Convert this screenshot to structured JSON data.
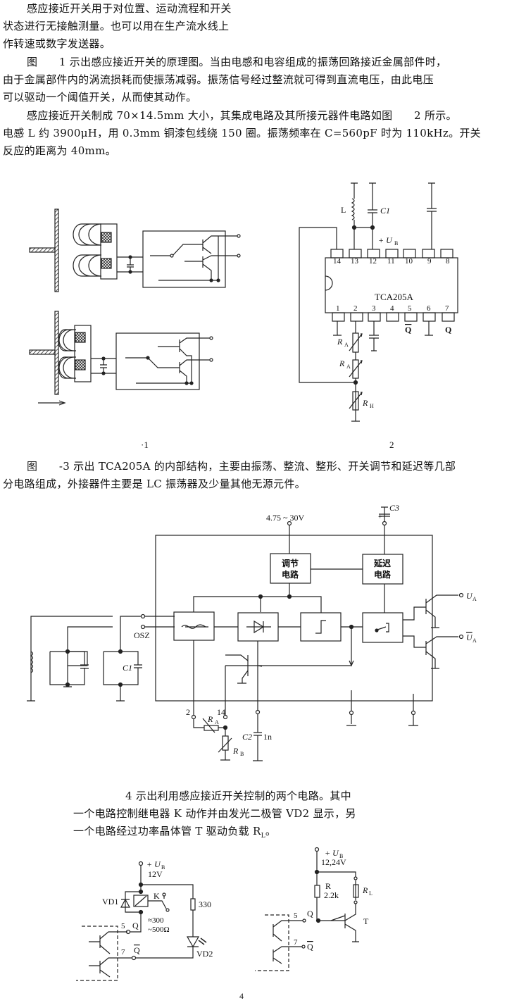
{
  "paragraphs": {
    "p1": [
      "感应接近开关用于对位置、运动流程和开关",
      "状态进行无接触测量。也可以用在生产流水线上",
      "作转速或数字发送器。"
    ],
    "p2": [
      "图　　1 示出感应接近开关的原理图。当由电感和电容组成的振荡回路接近金属部件时，",
      "由于金属部件内的涡流损耗而使振荡减弱。振荡信号经过整流就可得到直流电压，由此电压",
      "可以驱动一个阈值开关，从而使其动作。"
    ],
    "p3": [
      "感应接近开关制成 70×14.5mm 大小，其集成电路及其所接元器件电路如图　　2 所示。",
      "电感 L 约 3900μH，用 0.3mm 铜漆包线绕 150 圈。振荡频率在 C=560pF 时为 110kHz。开关",
      "反应的距离为 40mm。"
    ],
    "p4": [
      "图　　-3 示出 TCA205A 的内部结构，主要由振荡、整流、整形、开关调节和延迟等几部",
      "分电路组成，外接器件主要是 LC 振荡器及少量其他无源元件。"
    ],
    "p5": [
      "4 示出利用感应接近开关控制的两个电路。其中",
      "一个电路控制继电器 K 动作并由发光二极管 VD2 显示，另",
      "一个电路经过功率晶体管 T 驱动负载 R"
    ]
  },
  "figure1": {
    "caption": "·1"
  },
  "figure2": {
    "caption": "2",
    "ic_label": "TCA205A",
    "top_pins": [
      "14",
      "13",
      "12",
      "11",
      "10",
      "9",
      "8"
    ],
    "bottom_pins": [
      "1",
      "2",
      "3",
      "4",
      "5",
      "6",
      "7"
    ],
    "labels": {
      "L": "L",
      "C1": "C1",
      "UB": "+ U",
      "UB_sub": "B",
      "RA1": "R",
      "RA1_sub": "A",
      "RA2": "R",
      "RA2_sub": "A",
      "RH": "R",
      "RH_sub": "H",
      "Qbar": "Q",
      "Q": "Q"
    }
  },
  "figure3": {
    "supply": "4.75 ~ 30V",
    "C3": "C3",
    "C3_plus": "+",
    "regulator": [
      "调节",
      "电路"
    ],
    "delay": [
      "延迟",
      "电路"
    ],
    "osz": "OSZ",
    "C1": "C1",
    "pin2": "2",
    "pin14": "14",
    "RA": "R",
    "RA_sub": "A",
    "RB": "R",
    "RB_sub": "B",
    "C2": "C2",
    "C2_val": "1n",
    "UA": "U",
    "UA_sub": "A",
    "UAbar": "U",
    "UAbar_sub": "A"
  },
  "figure4": {
    "caption": "4",
    "left": {
      "supply": "+ U",
      "supply_sub": "B",
      "voltage": "12V",
      "VD1": "VD1",
      "K": "K",
      "R330": "330",
      "coil": "≈300",
      "coil2": "~500Ω",
      "pin5": "5",
      "Q": "Q",
      "pin7": "7",
      "Qbar": "Q",
      "VD2": "VD2"
    },
    "right": {
      "supply": "+ U",
      "supply_sub": "B",
      "voltage": "12,24V",
      "R": "R",
      "Rval": "2.2k",
      "RL": "R",
      "RL_sub": "L",
      "pin5": "5",
      "Q": "Q",
      "pin7": "7",
      "Qbar": "Q",
      "T": "T"
    }
  },
  "rl_sub": "L",
  "rl_end": "。"
}
